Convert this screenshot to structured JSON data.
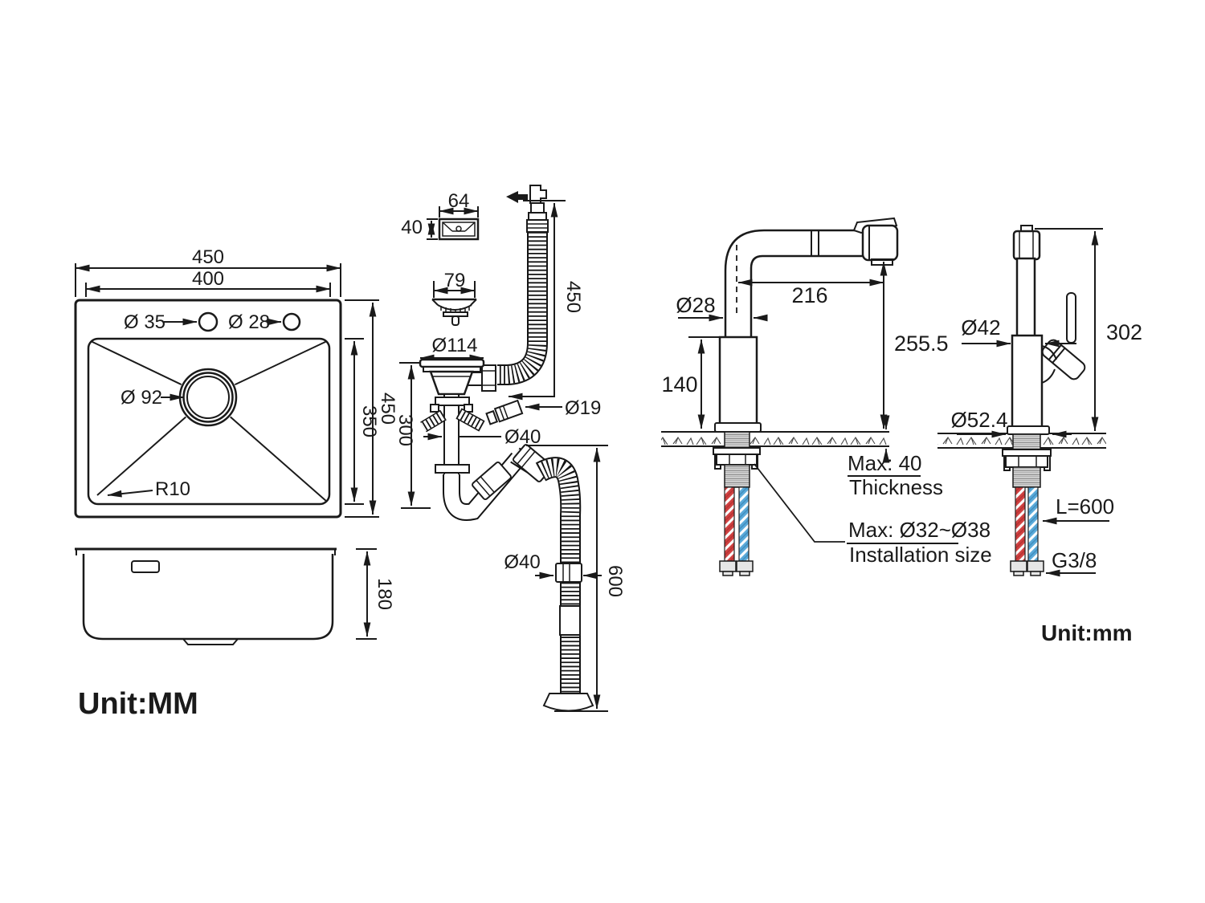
{
  "colors": {
    "ink": "#1a1a1a",
    "hot": "#cf4040",
    "cold": "#58a9d9",
    "thread": "#d3d3d3",
    "hatch": "#4a4a4a"
  },
  "units": {
    "left": "Unit:MM",
    "right": "Unit:mm"
  },
  "sink_top": {
    "outer_width": "450",
    "inner_width": "400",
    "hole_left": "Ø 35",
    "hole_right": "Ø 28",
    "drain": "Ø 92",
    "corner_radius": "R10",
    "outer_height": "450",
    "inner_height": "350"
  },
  "sink_side": {
    "depth": "180"
  },
  "drain_kit": {
    "overflow_cover_width": "64",
    "overflow_cover_height": "40",
    "strainer_width": "79",
    "flange_diameter": "Ø114",
    "tailpipe_height": "300",
    "overflow_hose_length": "450",
    "overflow_pipe_diameter": "Ø19",
    "tailpipe_diameter": "Ø40",
    "outlet_hose_diameter": "Ø40",
    "outlet_hose_length": "600"
  },
  "pullout_faucet": {
    "pipe_diameter": "Ø28",
    "spout_reach": "216",
    "spout_height": "255.5",
    "body_height": "140",
    "thickness_value": "Max: 40",
    "thickness_label": "Thickness",
    "install_value": "Max: Ø32~Ø38",
    "install_label": "Installation size"
  },
  "bar_faucet": {
    "body_diameter": "Ø42",
    "height": "302",
    "base_diameter": "Ø52.4",
    "hose_length": "L=600",
    "thread_size": "G3/8"
  }
}
